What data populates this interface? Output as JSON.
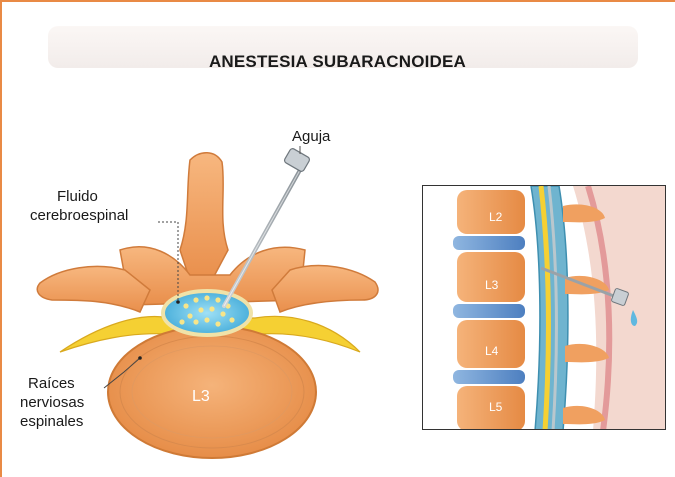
{
  "title": "ANESTESIA SUBARACNOIDEA",
  "labels": {
    "needle": "Aguja",
    "csf_line1": "Fluido",
    "csf_line2": "cerebroespinal",
    "roots_line1": "Raíces",
    "roots_line2": "nerviosas",
    "roots_line3": "espinales",
    "vertebra": "L3"
  },
  "inset": {
    "vertebrae": [
      "L2",
      "L3",
      "L4",
      "L5"
    ]
  },
  "colors": {
    "border": "#e98a45",
    "bone": "#f0a060",
    "csf": "#6cc6e8",
    "nerve": "#f5d033"
  }
}
